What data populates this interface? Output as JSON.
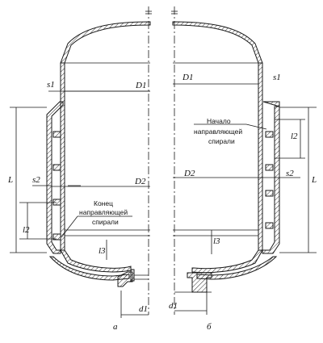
{
  "labels": {
    "s1_left": "s1",
    "D1_left": "D1",
    "D1_right": "D1",
    "s1_right": "s1",
    "L_left": "L",
    "L_right": "L",
    "s2_left": "s2",
    "s2_right": "s2",
    "D2_left": "D2",
    "D2_right": "D2",
    "l2_left": "l2",
    "l2_right": "l2",
    "l3_left": "l3",
    "l3_right": "l3",
    "d1_left": "d1",
    "d1_right": "d1",
    "view_a": "а",
    "view_b": "б"
  },
  "notes": {
    "end_line1": "Конец",
    "end_line2": "направляющей",
    "end_line3": "спирали",
    "start_line1": "Начало",
    "start_line2": "направляющей",
    "start_line3": "спирали"
  }
}
